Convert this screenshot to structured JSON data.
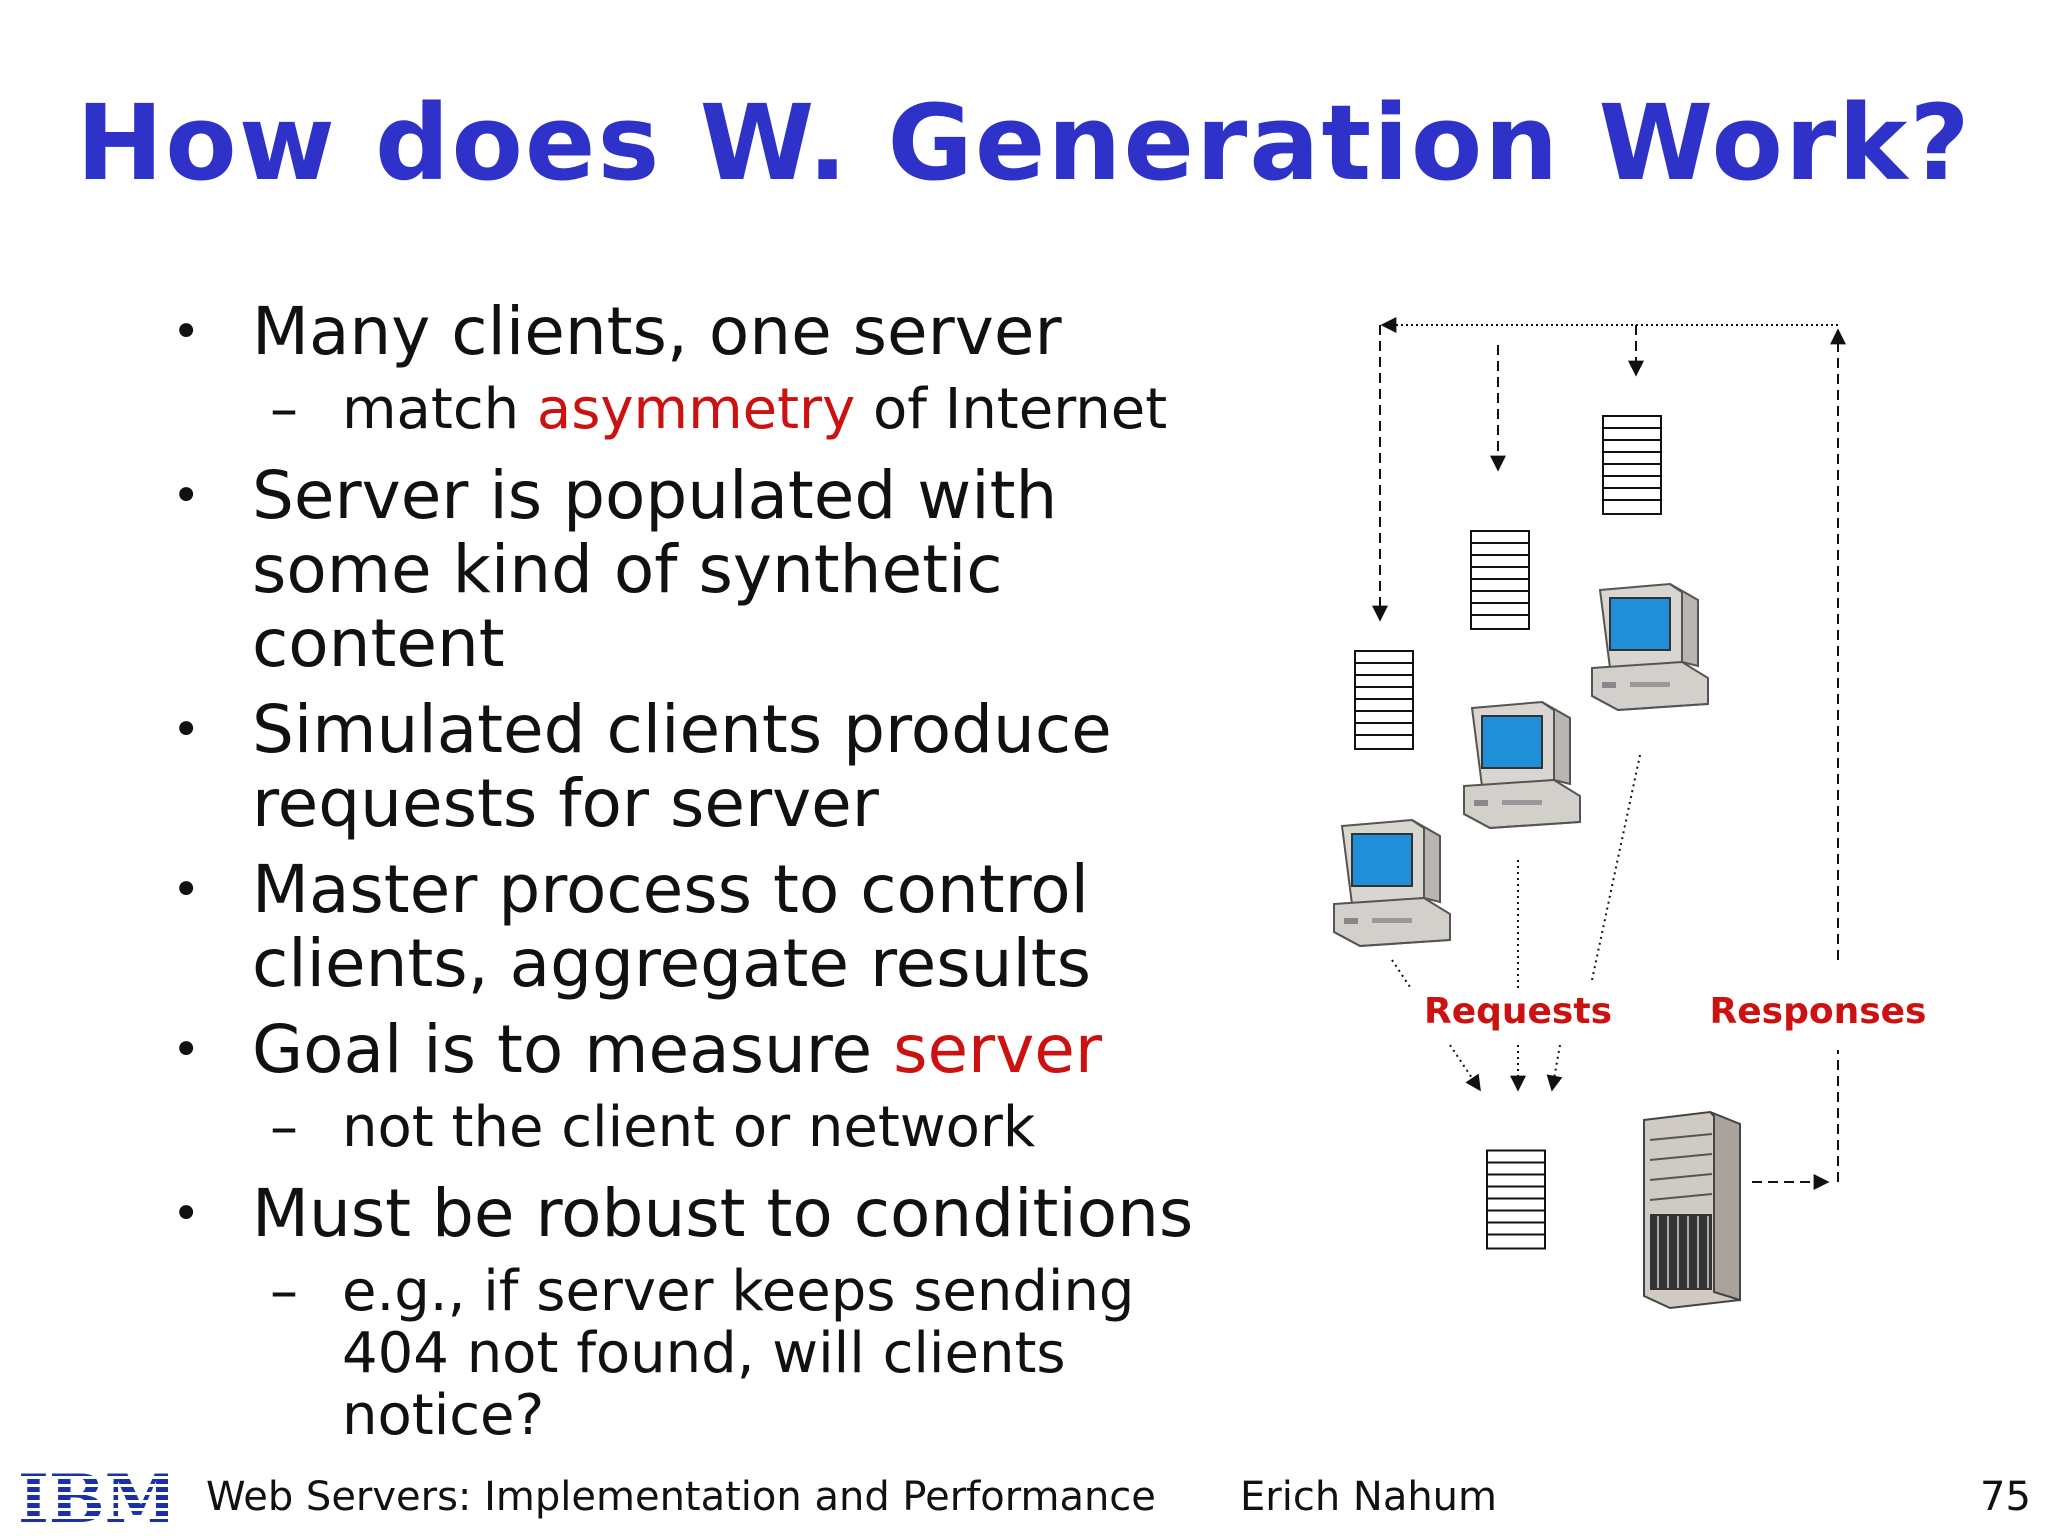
{
  "slide": {
    "title": "How does W. Generation Work?",
    "bullets": [
      {
        "text": "Many clients, one server",
        "sub": [
          {
            "pre": "match ",
            "em": "asymmetry",
            "post": " of Internet"
          }
        ]
      },
      {
        "text": "Server is populated with some kind of synthetic content"
      },
      {
        "text": "Simulated clients produce requests for server"
      },
      {
        "text": "Master process to control clients, aggregate results"
      },
      {
        "pre": "Goal is to measure ",
        "em": "server",
        "sub": [
          {
            "text": "not the client or network"
          }
        ]
      },
      {
        "text": "Must be robust to conditions",
        "sub": [
          {
            "text": "e.g., if server keeps sending 404 not found, will clients notice?"
          }
        ]
      }
    ]
  },
  "diagram": {
    "requests_label": "Requests",
    "responses_label": "Responses",
    "label_color": "#cc1111"
  },
  "footer": {
    "logo_text": "IBM",
    "course": "Web Servers: Implementation and Performance",
    "author": "Erich Nahum",
    "page": "75"
  },
  "colors": {
    "title": "#2e32c8",
    "emphasis": "#cc1111",
    "logo": "#1b2fa6"
  }
}
